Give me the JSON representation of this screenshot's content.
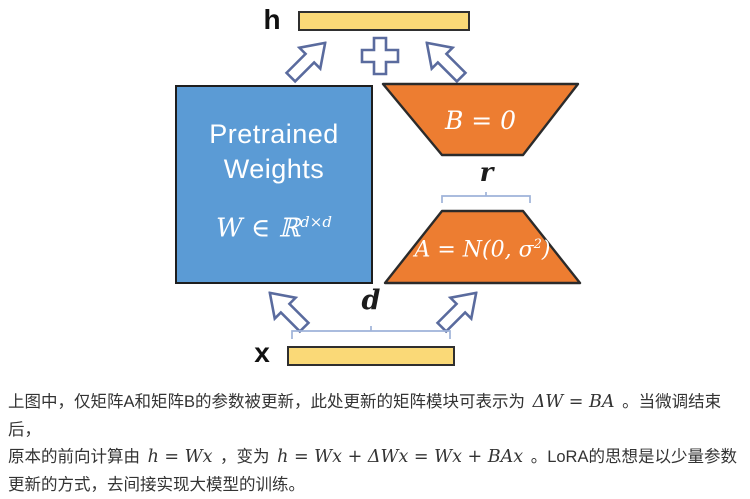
{
  "diagram": {
    "h_label": "h",
    "x_label": "x",
    "d_label": "d",
    "r_label": "r",
    "pretrained_box": {
      "line1": "Pretrained",
      "line2": "Weights",
      "formula_base": "W ∈ ℝ",
      "formula_sup": "d×d"
    },
    "b_trapezoid": {
      "label": "B = 0"
    },
    "a_trapezoid": {
      "label_base": "A = N(0, σ",
      "label_sup": "2",
      "label_close": ")"
    },
    "colors": {
      "blue": "#5B9BD5",
      "orange": "#ED7D31",
      "yellow": "#FAD977",
      "arrow_outline": "#5A6B9E",
      "bracket": "#9FB3D9",
      "border_dark": "#2F2F2F",
      "text": "#333333"
    }
  },
  "paragraph": {
    "lines": [
      [
        {
          "t": "上图中，仅矩阵A和矩阵B的参数被更新，此处更新的矩阵模块可表示为"
        },
        {
          "t": " ΔW = BA ",
          "m": true
        },
        {
          "t": "。当微调结束后，"
        }
      ],
      [
        {
          "t": "原本的前向计算由"
        },
        {
          "t": " h = Wx ",
          "m": true
        },
        {
          "t": "，变为"
        },
        {
          "t": " h = Wx + ΔWx = Wx + BAx ",
          "m": true
        },
        {
          "t": "。LoRA的思想是以少量参数"
        }
      ],
      [
        {
          "t": "更新的方式，去间接实现大模型的训练。"
        }
      ]
    ]
  }
}
